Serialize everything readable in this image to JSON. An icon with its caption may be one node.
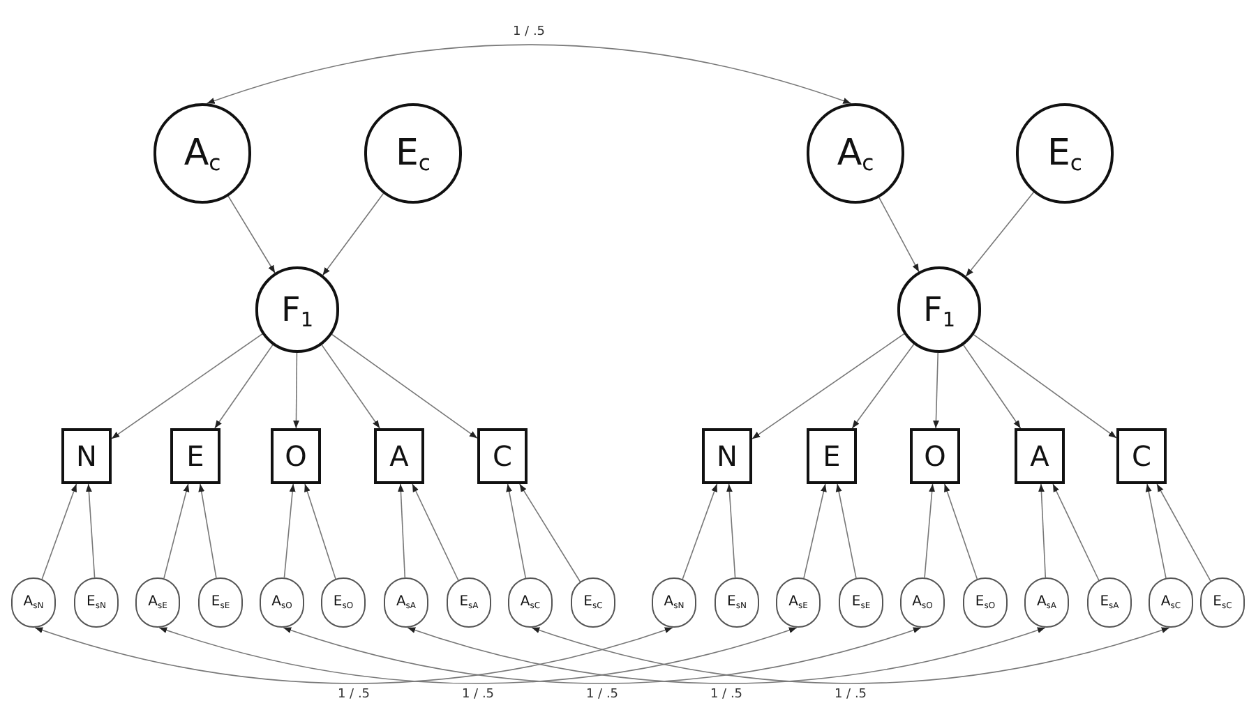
{
  "diagram": {
    "nodes": [
      {
        "text": [
          "A$_{c}$"
        ]
      },
      {
        "text": [
          "E$_{c}$"
        ]
      },
      {
        "text": [
          "F$_{1}$"
        ]
      },
      {
        "text": [
          "N"
        ]
      },
      {
        "text": [
          "E"
        ]
      },
      {
        "text": [
          "O"
        ]
      },
      {
        "text": [
          "A"
        ]
      },
      {
        "text": [
          "C"
        ]
      },
      {
        "text": [
          "A$_{sN}$"
        ]
      },
      {
        "text": [
          "E$_{sN}$"
        ]
      },
      {
        "text": [
          "A$_{sE}$"
        ]
      },
      {
        "text": [
          "E$_{sE}$"
        ]
      },
      {
        "text": [
          "A$_{sO}$"
        ]
      },
      {
        "text": [
          "E$_{sO}$"
        ]
      },
      {
        "text": [
          "A$_{sA}$"
        ]
      },
      {
        "text": [
          "E$_{sA}$"
        ]
      },
      {
        "text": [
          "A$_{sC}$"
        ]
      },
      {
        "text": [
          "E$_{sC}$"
        ]
      },
      {
        "text": [
          "A$_{c}$"
        ]
      },
      {
        "text": [
          "E$_{c}$"
        ]
      },
      {
        "text": [
          "F$_{1}$"
        ]
      },
      {
        "text": [
          "N"
        ]
      },
      {
        "text": [
          "E"
        ]
      },
      {
        "text": [
          "O"
        ]
      },
      {
        "text": [
          "A"
        ]
      },
      {
        "text": [
          "C"
        ]
      },
      {
        "text": [
          "A$_{sN}$"
        ]
      },
      {
        "text": [
          "E$_{sN}$"
        ]
      },
      {
        "text": [
          "A$_{sE}$"
        ]
      },
      {
        "text": [
          "E$_{sE}$"
        ]
      },
      {
        "text": [
          "A$_{sO}$"
        ]
      },
      {
        "text": [
          "E$_{sO}$"
        ]
      },
      {
        "text": [
          "A$_{sA}$"
        ]
      },
      {
        "text": [
          "E$_{sA}$"
        ]
      },
      {
        "text": [
          "A$_{sC}$"
        ]
      },
      {
        "text": [
          "E$_{sC}$"
        ]
      }
    ],
    "edges": [
      {
        "from": 0,
        "to": 2,
        "arrow": "to"
      },
      {
        "from": 1,
        "to": 2,
        "arrow": "to"
      },
      {
        "from": 2,
        "to": 3,
        "arrow": "to"
      },
      {
        "from": 2,
        "to": 4,
        "arrow": "to"
      },
      {
        "from": 2,
        "to": 5,
        "arrow": "to"
      },
      {
        "from": 2,
        "to": 6,
        "arrow": "to"
      },
      {
        "from": 2,
        "to": 7,
        "arrow": "to"
      },
      {
        "from": 8,
        "to": 3,
        "arrow": "to"
      },
      {
        "from": 9,
        "to": 3,
        "arrow": "to"
      },
      {
        "from": 10,
        "to": 4,
        "arrow": "to"
      },
      {
        "from": 11,
        "to": 4,
        "arrow": "to"
      },
      {
        "from": 12,
        "to": 5,
        "arrow": "to"
      },
      {
        "from": 13,
        "to": 5,
        "arrow": "to"
      },
      {
        "from": 14,
        "to": 6,
        "arrow": "to"
      },
      {
        "from": 15,
        "to": 6,
        "arrow": "to"
      },
      {
        "from": 16,
        "to": 7,
        "arrow": "to"
      },
      {
        "from": 17,
        "to": 7,
        "arrow": "to"
      },
      {
        "from": 18,
        "to": 20,
        "arrow": "to"
      },
      {
        "from": 19,
        "to": 20,
        "arrow": "to"
      },
      {
        "from": 20,
        "to": 21,
        "arrow": "to"
      },
      {
        "from": 20,
        "to": 22,
        "arrow": "to"
      },
      {
        "from": 20,
        "to": 23,
        "arrow": "to"
      },
      {
        "from": 20,
        "to": 24,
        "arrow": "to"
      },
      {
        "from": 20,
        "to": 25,
        "arrow": "to"
      },
      {
        "from": 26,
        "to": 21,
        "arrow": "to"
      },
      {
        "from": 27,
        "to": 21,
        "arrow": "to"
      },
      {
        "from": 28,
        "to": 22,
        "arrow": "to"
      },
      {
        "from": 29,
        "to": 22,
        "arrow": "to"
      },
      {
        "from": 30,
        "to": 23,
        "arrow": "to"
      },
      {
        "from": 31,
        "to": 23,
        "arrow": "to"
      },
      {
        "from": 32,
        "to": 24,
        "arrow": "to"
      },
      {
        "from": 33,
        "to": 24,
        "arrow": "to"
      },
      {
        "from": 34,
        "to": 25,
        "arrow": "to"
      },
      {
        "from": 35,
        "to": 25,
        "arrow": "to"
      },
      {
        "from": 0,
        "to": 18,
        "arrow": "both",
        "label": "1 / .5"
      },
      {
        "from": 8,
        "to": 26,
        "arrow": "both",
        "label": "1 / .5"
      },
      {
        "from": 10,
        "to": 28,
        "arrow": "both",
        "label": "1 / .5"
      },
      {
        "from": 12,
        "to": 30,
        "arrow": "both",
        "label": "1 / .5"
      },
      {
        "from": 14,
        "to": 32,
        "arrow": "both",
        "label": "1 / .5"
      },
      {
        "from": 16,
        "to": 34,
        "arrow": "both",
        "label": "1 / .5"
      }
    ]
  }
}
